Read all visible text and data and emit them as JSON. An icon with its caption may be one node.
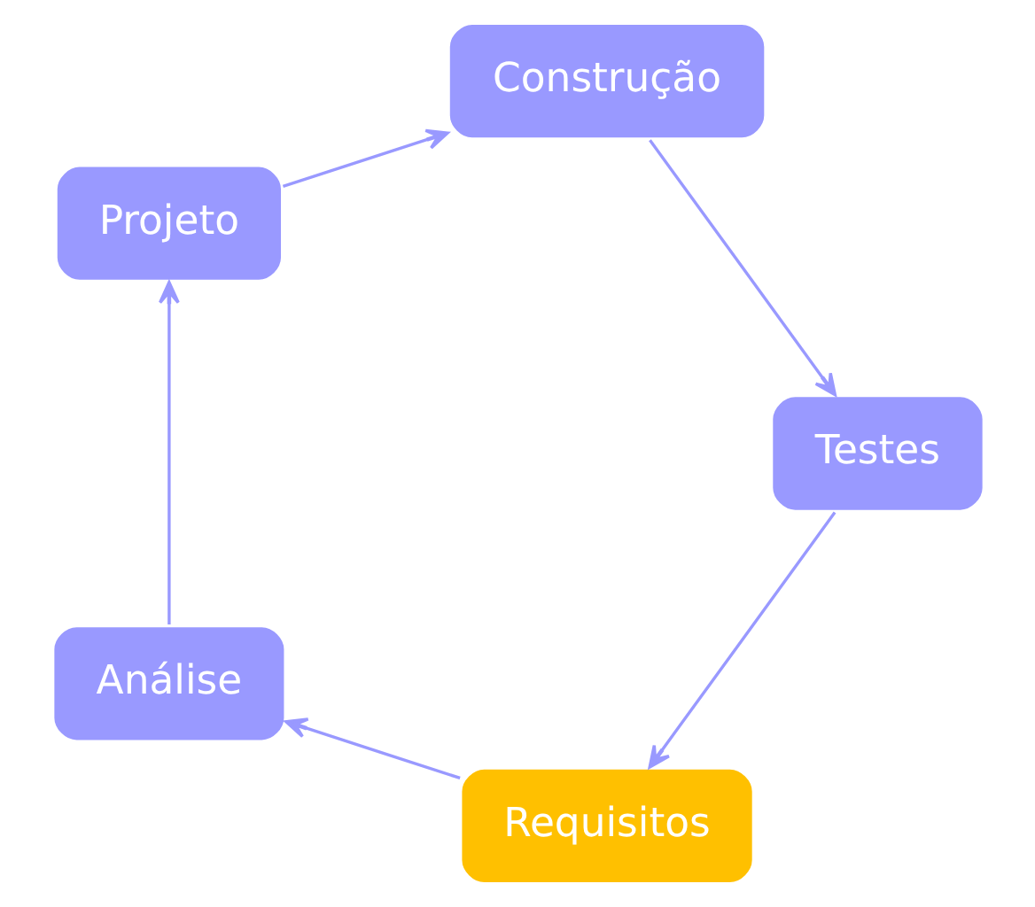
{
  "diagram": {
    "nodes": [
      {
        "text": [
          "Requisitos"
        ]
      },
      {
        "text": [
          "Análise"
        ]
      },
      {
        "text": [
          "Projeto"
        ]
      },
      {
        "text": [
          "Construção"
        ]
      },
      {
        "text": [
          "Testes"
        ]
      }
    ],
    "edges": [
      {
        "from": 0,
        "to": 1,
        "arrow": "to"
      },
      {
        "from": 1,
        "to": 2,
        "arrow": "to"
      },
      {
        "from": 2,
        "to": 3,
        "arrow": "to"
      },
      {
        "from": 3,
        "to": 4,
        "arrow": "to"
      },
      {
        "from": 4,
        "to": 0,
        "arrow": "to"
      }
    ]
  }
}
